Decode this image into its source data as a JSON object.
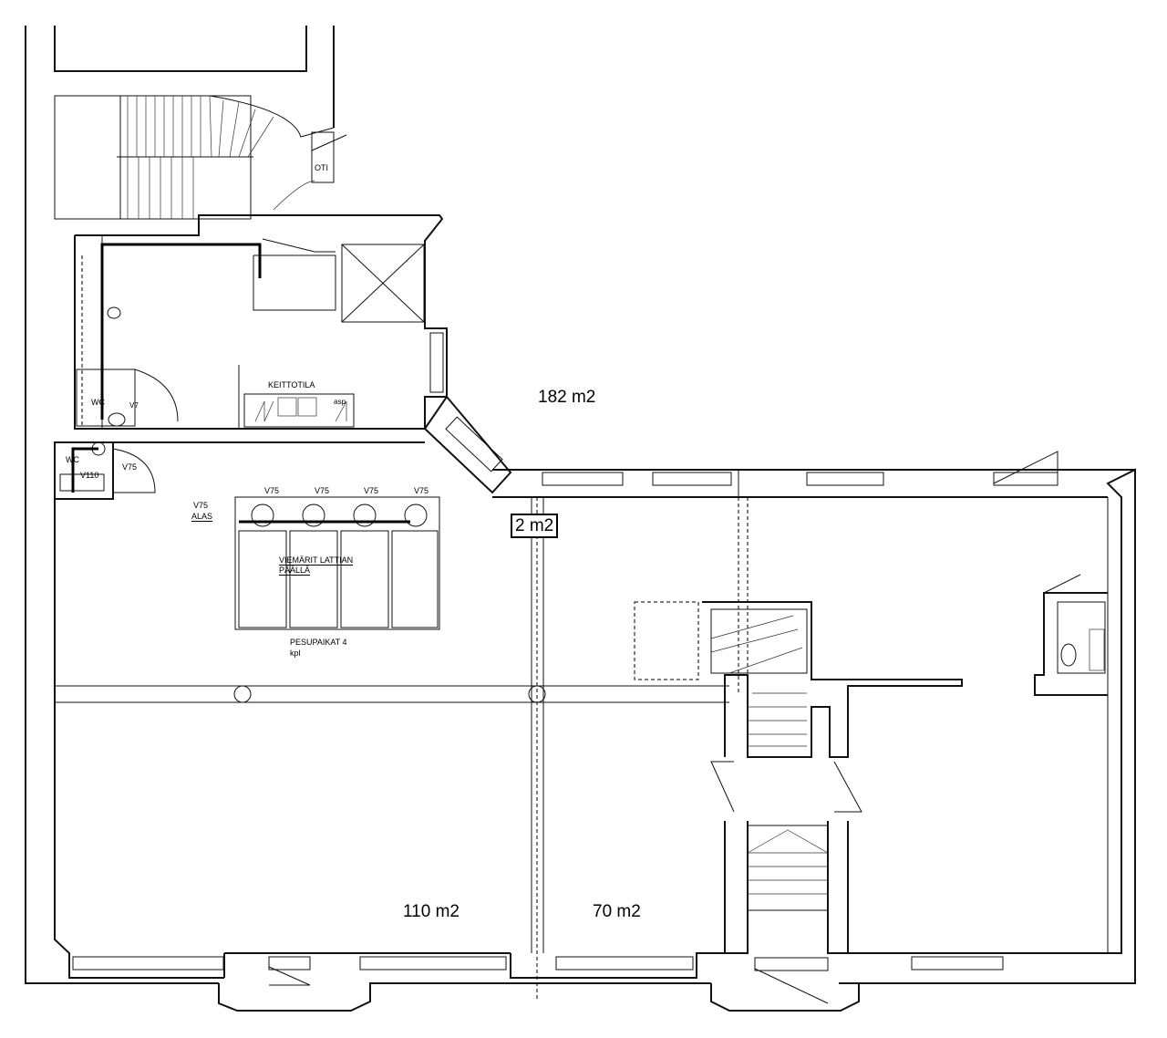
{
  "areas": {
    "big_hall": "182 m2",
    "left_bottom": "110 m2",
    "mid_bottom": "70 m2",
    "small_box": "2 m2"
  },
  "rooms": {
    "kitchen": "KEITTOTILA",
    "kitchen_asp": "asp",
    "wc1": "WC",
    "wc2": "WC",
    "oti": "OTI",
    "wash_places_line1": "PESUPAIKAT 4",
    "wash_places_line2": "kpl"
  },
  "pipes": {
    "v75_down_line1": "V75",
    "v75_down_line2": "ALAS",
    "drains_line1": "VIEMÄRIT LATTIAN",
    "drains_line2": "PÄÄLLÄ",
    "v75_a": "V75",
    "v75_b": "V75",
    "v75_c": "V75",
    "v75_d": "V75",
    "v75_wc": "V75",
    "v110": "V110",
    "v7": "V7"
  }
}
